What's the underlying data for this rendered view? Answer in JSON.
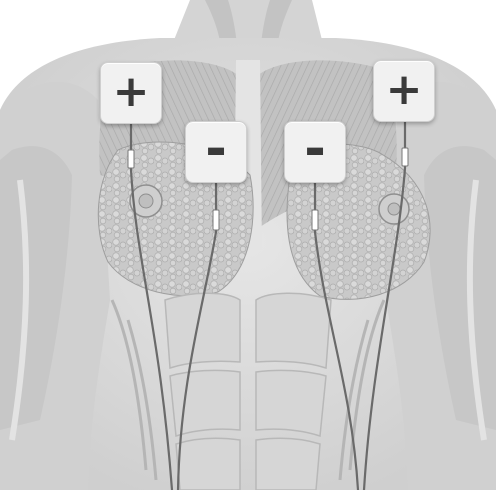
{
  "electrodes": [
    {
      "id": "left-plus",
      "sign": "+"
    },
    {
      "id": "left-minus",
      "sign": "-"
    },
    {
      "id": "right-minus",
      "sign": "-"
    },
    {
      "id": "right-plus",
      "sign": "+"
    }
  ],
  "colors": {
    "background": "#ffffff",
    "body": "#d9d9d9",
    "muscle": "#c6c6c6",
    "pad": "#f1f1f1",
    "sign": "#3a3a3a",
    "wire": "#6a6a6a"
  }
}
